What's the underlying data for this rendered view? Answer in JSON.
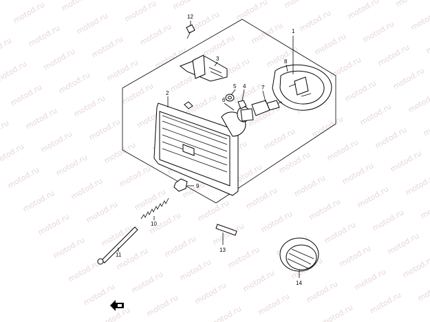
{
  "watermark": {
    "text": "motod.ru",
    "color": "#e8d6d6"
  },
  "callouts": [
    {
      "id": "callout-1",
      "label": "1"
    },
    {
      "id": "callout-2",
      "label": "2"
    },
    {
      "id": "callout-3",
      "label": "3"
    },
    {
      "id": "callout-4",
      "label": "4"
    },
    {
      "id": "callout-5",
      "label": "5"
    },
    {
      "id": "callout-6",
      "label": "6"
    },
    {
      "id": "callout-7",
      "label": "7"
    },
    {
      "id": "callout-8",
      "label": "8"
    },
    {
      "id": "callout-9",
      "label": "9"
    },
    {
      "id": "callout-10",
      "label": "10"
    },
    {
      "id": "callout-11",
      "label": "11"
    },
    {
      "id": "callout-12",
      "label": "12"
    },
    {
      "id": "callout-13",
      "label": "13"
    },
    {
      "id": "callout-14",
      "label": "14"
    }
  ],
  "icons": {
    "front_arrow": "front-direction-arrow-icon"
  }
}
